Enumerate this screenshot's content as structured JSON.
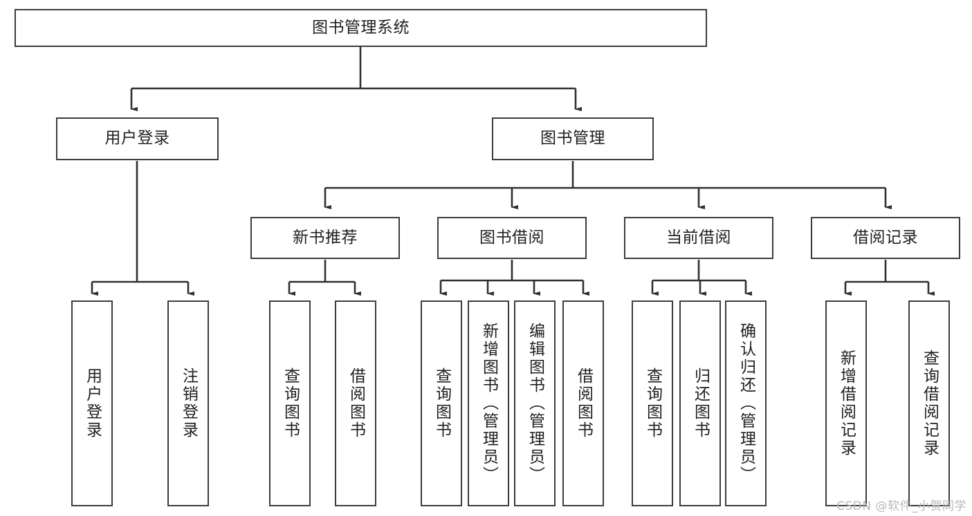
{
  "diagram": {
    "title": "图书管理系统",
    "watermark": "CSDN @软件_小贺同学",
    "style": {
      "border_color": "#3b3b3b",
      "fill_color": "#ffffff",
      "line_color": "#2f2f2f",
      "text_color": "#1f1f1f",
      "watermark_color": "#b9b9b9"
    },
    "nodes": {
      "root": "图书管理系统",
      "level2": {
        "user_login": "用户登录",
        "book_manage": "图书管理"
      },
      "level3": {
        "new_book_recommend": "新书推荐",
        "book_borrow": "图书借阅",
        "current_borrow": "当前借阅",
        "borrow_record": "借阅记录"
      },
      "leaves": {
        "user_login_children": [
          "用户登录",
          "注销登录"
        ],
        "new_book_recommend_children": [
          "查询图书",
          "借阅图书"
        ],
        "book_borrow_children": [
          "查询图书",
          "新增图书（管理员）",
          "编辑图书（管理员）",
          "借阅图书"
        ],
        "current_borrow_children": [
          "查询图书",
          "归还图书",
          "确认归还（管理员）"
        ],
        "borrow_record_children": [
          "新增借阅记录",
          "查询借阅记录"
        ]
      }
    }
  }
}
